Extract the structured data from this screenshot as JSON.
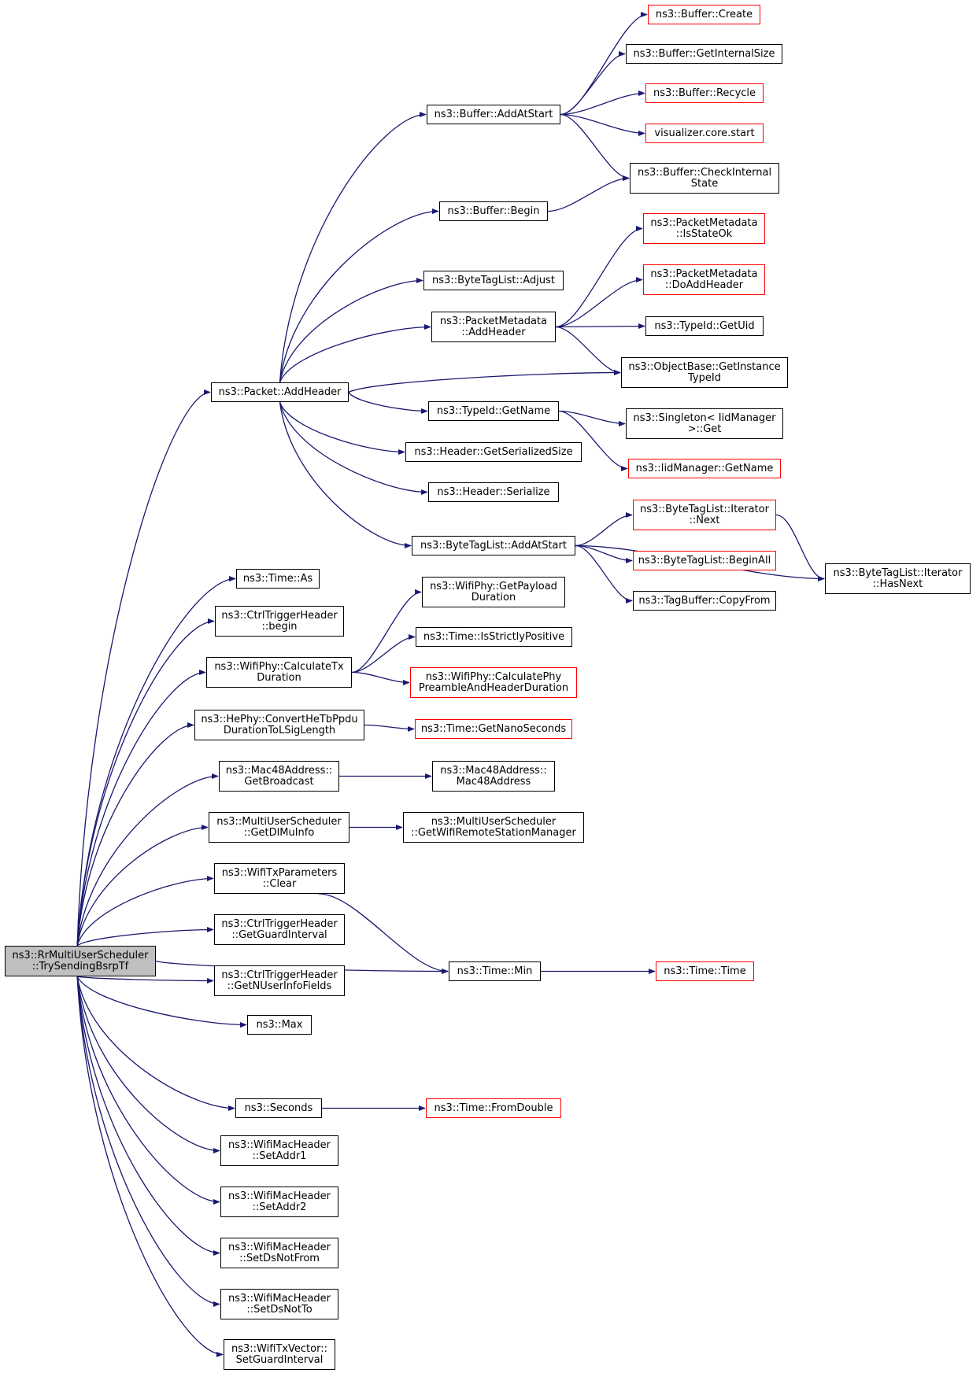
{
  "colors": {
    "edge": "#191970",
    "border": "#000000",
    "border_truncated": "#ff0000",
    "root_fill": "#bfbfbf"
  },
  "nodes": [
    {
      "id": "root",
      "lines": [
        "ns3::RrMultiUserScheduler",
        "::TrySendingBsrpTf"
      ],
      "style": "root"
    },
    {
      "id": "packet_addheader",
      "lines": [
        "ns3::Packet::AddHeader"
      ],
      "style": "black"
    },
    {
      "id": "time_as",
      "lines": [
        "ns3::Time::As"
      ],
      "style": "black"
    },
    {
      "id": "ctrl_begin",
      "lines": [
        "ns3::CtrlTriggerHeader",
        "::begin"
      ],
      "style": "black"
    },
    {
      "id": "calc_tx",
      "lines": [
        "ns3::WifiPhy::CalculateTx",
        "Duration"
      ],
      "style": "black"
    },
    {
      "id": "hephy",
      "lines": [
        "ns3::HePhy::ConvertHeTbPpdu",
        "DurationToLSigLength"
      ],
      "style": "black"
    },
    {
      "id": "mac_getbc",
      "lines": [
        "ns3::Mac48Address::",
        "GetBroadcast"
      ],
      "style": "black"
    },
    {
      "id": "getdlmu",
      "lines": [
        "ns3::MultiUserScheduler",
        "::GetDlMuInfo"
      ],
      "style": "black"
    },
    {
      "id": "txparams_clear",
      "lines": [
        "ns3::WifiTxParameters",
        "::Clear"
      ],
      "style": "black"
    },
    {
      "id": "ctrl_guard",
      "lines": [
        "ns3::CtrlTriggerHeader",
        "::GetGuardInterval"
      ],
      "style": "black"
    },
    {
      "id": "ctrl_nuser",
      "lines": [
        "ns3::CtrlTriggerHeader",
        "::GetNUserInfoFields"
      ],
      "style": "black"
    },
    {
      "id": "max",
      "lines": [
        "ns3::Max"
      ],
      "style": "black"
    },
    {
      "id": "time_min",
      "lines": [
        "ns3::Time::Min"
      ],
      "style": "black"
    },
    {
      "id": "seconds",
      "lines": [
        "ns3::Seconds"
      ],
      "style": "black"
    },
    {
      "id": "addr1",
      "lines": [
        "ns3::WifiMacHeader",
        "::SetAddr1"
      ],
      "style": "black"
    },
    {
      "id": "addr2",
      "lines": [
        "ns3::WifiMacHeader",
        "::SetAddr2"
      ],
      "style": "black"
    },
    {
      "id": "dsnotfrom",
      "lines": [
        "ns3::WifiMacHeader",
        "::SetDsNotFrom"
      ],
      "style": "black"
    },
    {
      "id": "dsnotto",
      "lines": [
        "ns3::WifiMacHeader",
        "::SetDsNotTo"
      ],
      "style": "black"
    },
    {
      "id": "setguard",
      "lines": [
        "ns3::WifiTxVector::",
        "SetGuardInterval"
      ],
      "style": "black"
    },
    {
      "id": "buf_addatstart",
      "lines": [
        "ns3::Buffer::AddAtStart"
      ],
      "style": "black"
    },
    {
      "id": "buf_begin",
      "lines": [
        "ns3::Buffer::Begin"
      ],
      "style": "black"
    },
    {
      "id": "btl_adjust",
      "lines": [
        "ns3::ByteTagList::Adjust"
      ],
      "style": "black"
    },
    {
      "id": "pm_addheader",
      "lines": [
        "ns3::PacketMetadata",
        "::AddHeader"
      ],
      "style": "black"
    },
    {
      "id": "typeid_getname",
      "lines": [
        "ns3::TypeId::GetName"
      ],
      "style": "black"
    },
    {
      "id": "hdr_size",
      "lines": [
        "ns3::Header::GetSerializedSize"
      ],
      "style": "black"
    },
    {
      "id": "hdr_serialize",
      "lines": [
        "ns3::Header::Serialize"
      ],
      "style": "black"
    },
    {
      "id": "btl_addatstart",
      "lines": [
        "ns3::ByteTagList::AddAtStart"
      ],
      "style": "black"
    },
    {
      "id": "buf_create",
      "lines": [
        "ns3::Buffer::Create"
      ],
      "style": "red"
    },
    {
      "id": "buf_getsize",
      "lines": [
        "ns3::Buffer::GetInternalSize"
      ],
      "style": "black"
    },
    {
      "id": "buf_recycle",
      "lines": [
        "ns3::Buffer::Recycle"
      ],
      "style": "red"
    },
    {
      "id": "viz_start",
      "lines": [
        "visualizer.core.start"
      ],
      "style": "red"
    },
    {
      "id": "buf_check",
      "lines": [
        "ns3::Buffer::CheckInternal",
        "State"
      ],
      "style": "black"
    },
    {
      "id": "pm_isstateok",
      "lines": [
        "ns3::PacketMetadata",
        "::IsStateOk"
      ],
      "style": "red"
    },
    {
      "id": "pm_doaddheader",
      "lines": [
        "ns3::PacketMetadata",
        "::DoAddHeader"
      ],
      "style": "red"
    },
    {
      "id": "typeid_getuid",
      "lines": [
        "ns3::TypeId::GetUid"
      ],
      "style": "black"
    },
    {
      "id": "objbase",
      "lines": [
        "ns3::ObjectBase::GetInstance",
        "TypeId"
      ],
      "style": "black"
    },
    {
      "id": "singleton",
      "lines": [
        "ns3::Singleton< IidManager",
        ">::Get"
      ],
      "style": "black"
    },
    {
      "id": "iid_getname",
      "lines": [
        "ns3::IidManager::GetName"
      ],
      "style": "red"
    },
    {
      "id": "btl_it_next",
      "lines": [
        "ns3::ByteTagList::Iterator",
        "::Next"
      ],
      "style": "red"
    },
    {
      "id": "btl_beginall",
      "lines": [
        "ns3::ByteTagList::BeginAll"
      ],
      "style": "red"
    },
    {
      "id": "tagbuf_copy",
      "lines": [
        "ns3::TagBuffer::CopyFrom"
      ],
      "style": "black"
    },
    {
      "id": "btl_hasnext",
      "lines": [
        "ns3::ByteTagList::Iterator",
        "::HasNext"
      ],
      "style": "black"
    },
    {
      "id": "wifiphy_payload",
      "lines": [
        "ns3::WifiPhy::GetPayload",
        "Duration"
      ],
      "style": "black"
    },
    {
      "id": "time_strict",
      "lines": [
        "ns3::Time::IsStrictlyPositive"
      ],
      "style": "black"
    },
    {
      "id": "wifiphy_preamble",
      "lines": [
        "ns3::WifiPhy::CalculatePhy",
        "PreambleAndHeaderDuration"
      ],
      "style": "red"
    },
    {
      "id": "time_nano",
      "lines": [
        "ns3::Time::GetNanoSeconds"
      ],
      "style": "red"
    },
    {
      "id": "mac48",
      "lines": [
        "ns3::Mac48Address::",
        "Mac48Address"
      ],
      "style": "black"
    },
    {
      "id": "getremote",
      "lines": [
        "ns3::MultiUserScheduler",
        "::GetWifiRemoteStationManager"
      ],
      "style": "black"
    },
    {
      "id": "time_time",
      "lines": [
        "ns3::Time::Time"
      ],
      "style": "red"
    },
    {
      "id": "time_fromdouble",
      "lines": [
        "ns3::Time::FromDouble"
      ],
      "style": "red"
    }
  ],
  "edges": [
    [
      "root",
      "packet_addheader"
    ],
    [
      "root",
      "time_as"
    ],
    [
      "root",
      "ctrl_begin"
    ],
    [
      "root",
      "calc_tx"
    ],
    [
      "root",
      "hephy"
    ],
    [
      "root",
      "mac_getbc"
    ],
    [
      "root",
      "getdlmu"
    ],
    [
      "root",
      "txparams_clear"
    ],
    [
      "root",
      "ctrl_guard"
    ],
    [
      "root",
      "ctrl_nuser"
    ],
    [
      "root",
      "max"
    ],
    [
      "root",
      "time_min"
    ],
    [
      "root",
      "seconds"
    ],
    [
      "root",
      "addr1"
    ],
    [
      "root",
      "addr2"
    ],
    [
      "root",
      "dsnotfrom"
    ],
    [
      "root",
      "dsnotto"
    ],
    [
      "root",
      "setguard"
    ],
    [
      "packet_addheader",
      "buf_addatstart"
    ],
    [
      "packet_addheader",
      "buf_begin"
    ],
    [
      "packet_addheader",
      "btl_adjust"
    ],
    [
      "packet_addheader",
      "pm_addheader"
    ],
    [
      "packet_addheader",
      "objbase"
    ],
    [
      "packet_addheader",
      "typeid_getname"
    ],
    [
      "packet_addheader",
      "hdr_size"
    ],
    [
      "packet_addheader",
      "hdr_serialize"
    ],
    [
      "packet_addheader",
      "btl_addatstart"
    ],
    [
      "buf_addatstart",
      "buf_create"
    ],
    [
      "buf_addatstart",
      "buf_getsize"
    ],
    [
      "buf_addatstart",
      "buf_recycle"
    ],
    [
      "buf_addatstart",
      "viz_start"
    ],
    [
      "buf_addatstart",
      "buf_check"
    ],
    [
      "buf_begin",
      "buf_check"
    ],
    [
      "pm_addheader",
      "pm_isstateok"
    ],
    [
      "pm_addheader",
      "pm_doaddheader"
    ],
    [
      "pm_addheader",
      "typeid_getuid"
    ],
    [
      "pm_addheader",
      "objbase"
    ],
    [
      "typeid_getname",
      "singleton"
    ],
    [
      "typeid_getname",
      "iid_getname"
    ],
    [
      "btl_addatstart",
      "btl_it_next"
    ],
    [
      "btl_addatstart",
      "btl_beginall"
    ],
    [
      "btl_addatstart",
      "tagbuf_copy"
    ],
    [
      "btl_addatstart",
      "btl_hasnext"
    ],
    [
      "btl_it_next",
      "btl_hasnext"
    ],
    [
      "calc_tx",
      "wifiphy_payload"
    ],
    [
      "calc_tx",
      "time_strict"
    ],
    [
      "calc_tx",
      "wifiphy_preamble"
    ],
    [
      "hephy",
      "time_nano"
    ],
    [
      "mac_getbc",
      "mac48"
    ],
    [
      "getdlmu",
      "getremote"
    ],
    [
      "txparams_clear",
      "time_min"
    ],
    [
      "time_min",
      "time_time"
    ],
    [
      "seconds",
      "time_fromdouble"
    ]
  ]
}
